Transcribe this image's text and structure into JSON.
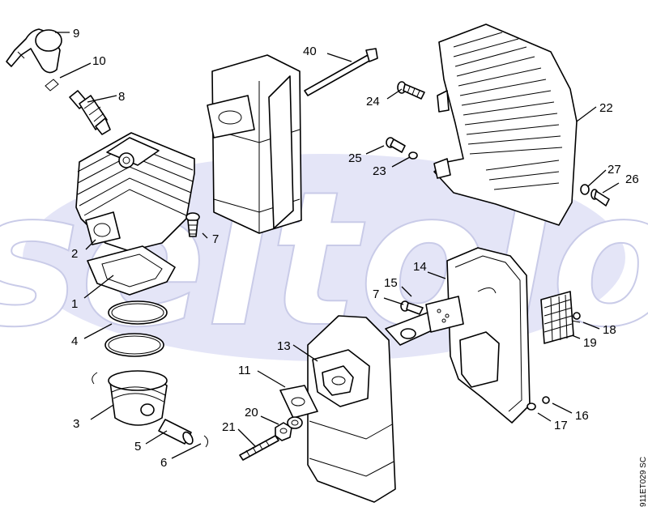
{
  "diagram": {
    "watermark": "seltolo",
    "drawing_code": "911ET029 SC",
    "colors": {
      "watermark_band": "#e4e5f7",
      "line": "#000000",
      "background": "#ffffff"
    },
    "callouts": [
      "9",
      "10",
      "8",
      "40",
      "24",
      "22",
      "25",
      "23",
      "27",
      "26",
      "7",
      "2",
      "1",
      "4",
      "3",
      "5",
      "6",
      "14",
      "15",
      "7",
      "18",
      "19",
      "13",
      "11",
      "20",
      "21",
      "16",
      "17"
    ]
  }
}
